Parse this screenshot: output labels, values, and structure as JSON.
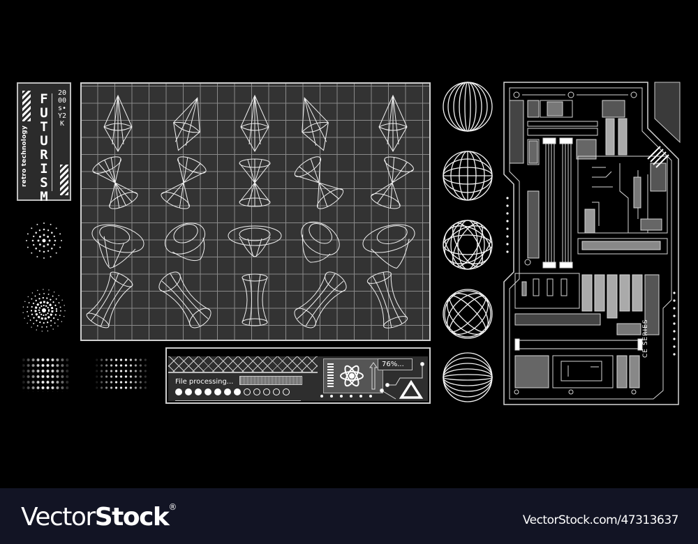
{
  "label_card": {
    "title": "FUTURISM",
    "subtitle": "retro technology",
    "era": "2000s•Y2K"
  },
  "grid_panel": {
    "rows": [
      {
        "shape": "wireframe-bicone-diamond",
        "count": 5
      },
      {
        "shape": "wireframe-double-cone-hourglass",
        "count": 5
      },
      {
        "shape": "wireframe-torus-cone",
        "count": 5
      },
      {
        "shape": "wireframe-hyperboloid",
        "count": 5
      }
    ]
  },
  "spheres": [
    {
      "type": "meridian-sphere"
    },
    {
      "type": "lat-long-grid-sphere"
    },
    {
      "type": "geodesic-sphere"
    },
    {
      "type": "diagonal-lattice-sphere"
    },
    {
      "type": "latitude-ring-sphere"
    }
  ],
  "halftones": [
    {
      "type": "radial-dot-burst"
    },
    {
      "type": "radial-dot-burst-dense"
    },
    {
      "type": "square-halftone-gradient"
    },
    {
      "type": "round-halftone-gradient"
    }
  ],
  "processing_panel": {
    "label": "File processing...",
    "progress_dots_filled": 7,
    "progress_dots_total": 12,
    "percent": "76%...",
    "icons": [
      "atom-icon",
      "up-arrow-icon",
      "triangle-warning-icon"
    ],
    "bottom_dots": 6
  },
  "circuit_board": {
    "series_label": "CE SERIES"
  },
  "watermark": {
    "brand_light": "Vector",
    "brand_bold": "Stock",
    "registered": "®",
    "id_text": "VectorStock.com/47313637"
  },
  "colors": {
    "background": "#000000",
    "panel": "#333333",
    "line": "#d0d0d0",
    "watermark_bar": "#121424"
  }
}
